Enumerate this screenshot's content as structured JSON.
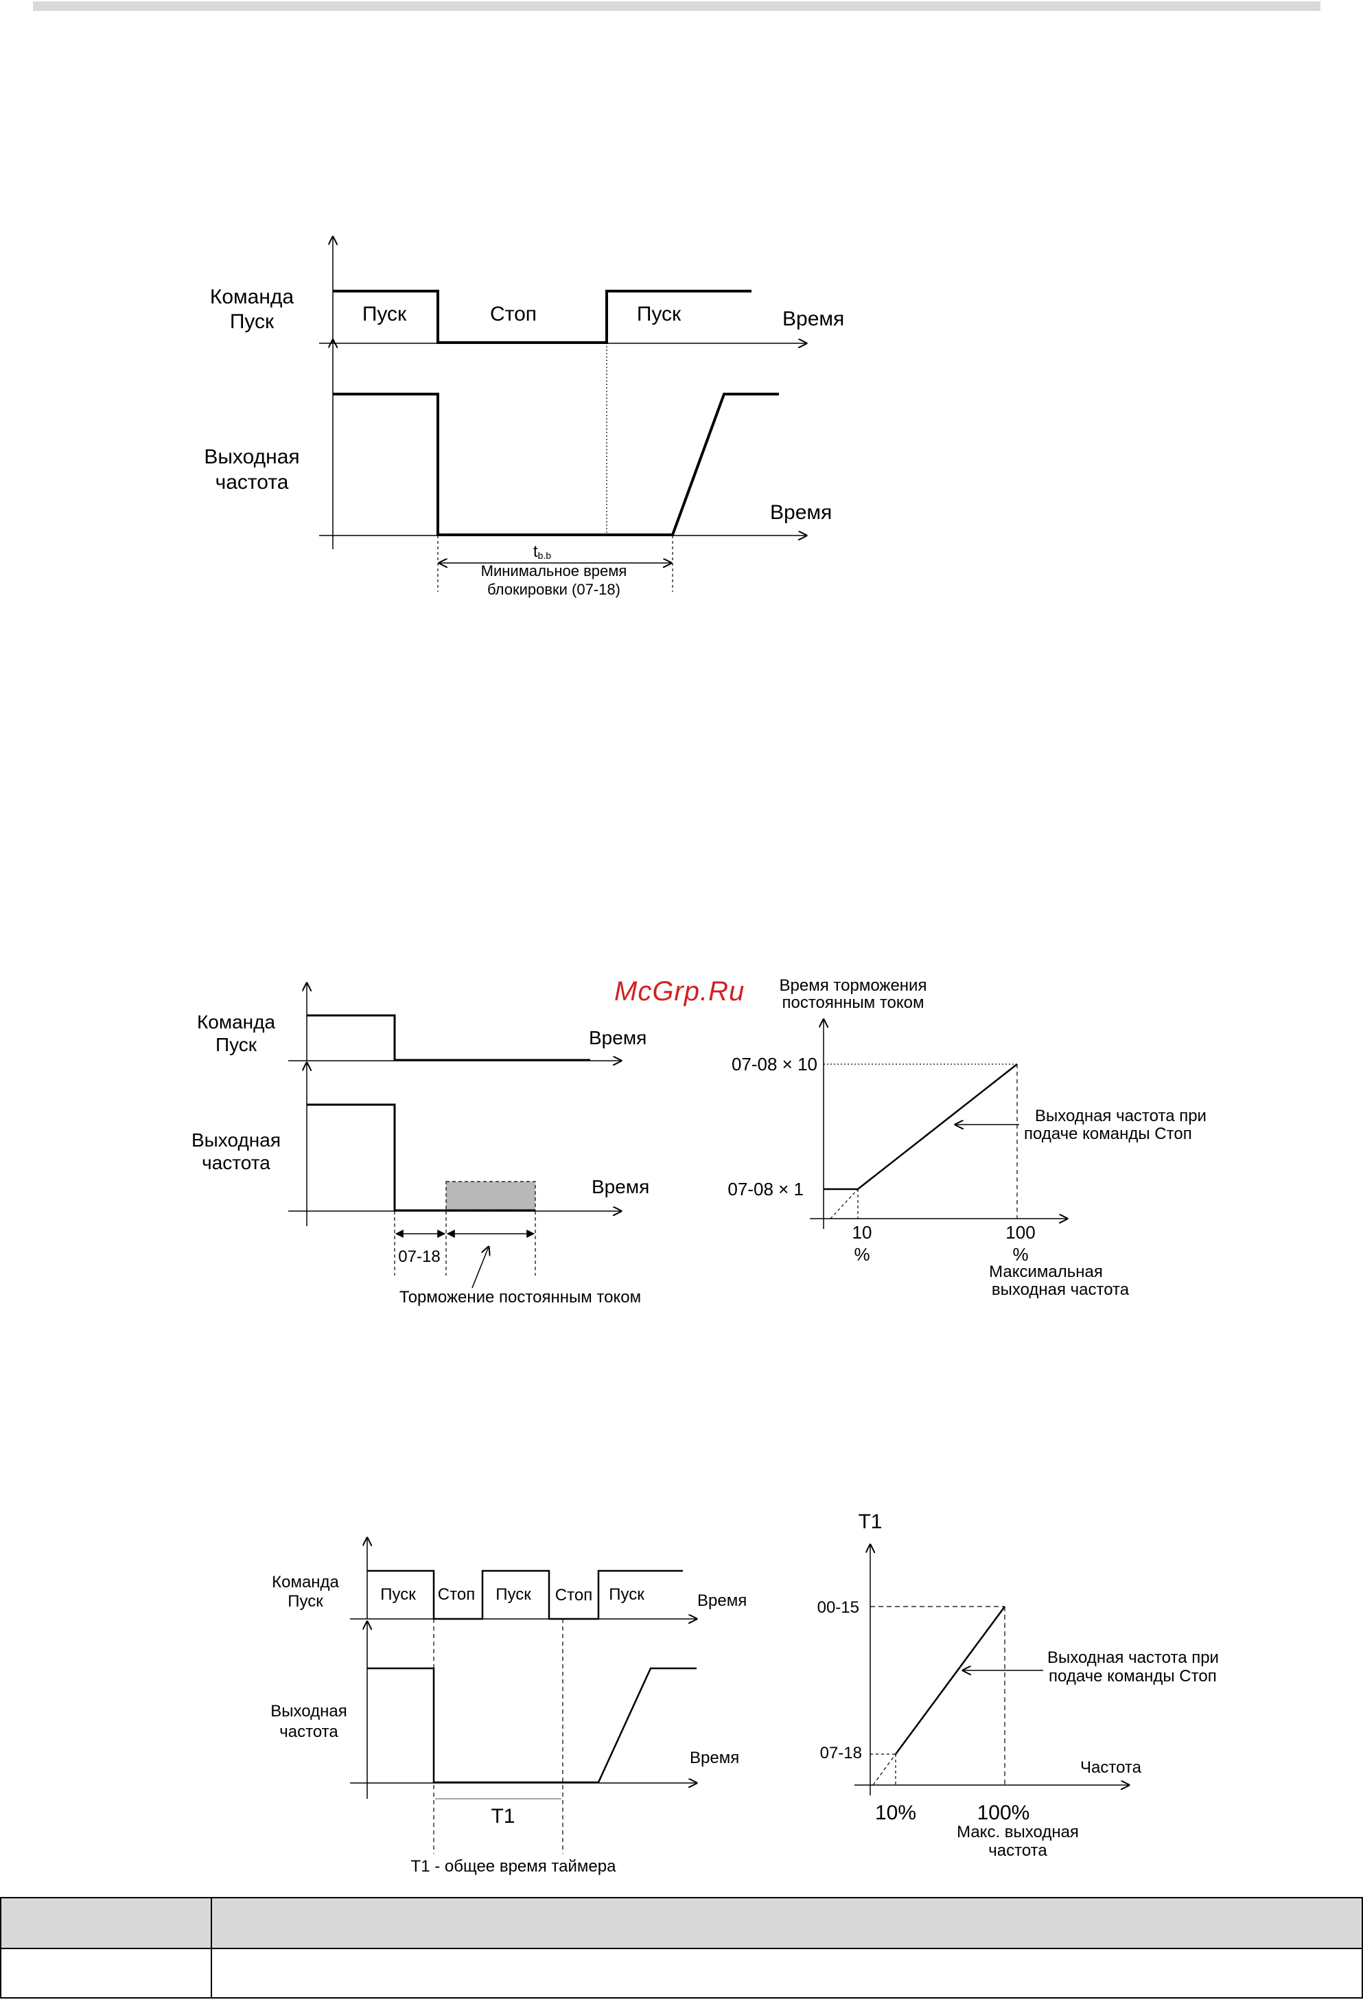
{
  "watermark": "McGrp.Ru",
  "diagram1": {
    "cmd_label_1": "Команда",
    "cmd_label_2": "Пуск",
    "seg_run_1": "Пуск",
    "seg_stop": "Стоп",
    "seg_run_2": "Пуск",
    "time_label_1": "Время",
    "freq_label_1": "Выходная",
    "freq_label_2": "частота",
    "time_label_2": "Время",
    "tbb_main": "t",
    "tbb_sub": "b.b",
    "min_time_1": "Минимальное время",
    "min_time_2": "блокировки (07-18)"
  },
  "diagram2": {
    "cmd_label_1": "Команда",
    "cmd_label_2": "Пуск",
    "time_label_1": "Время",
    "freq_label_1": "Выходная",
    "freq_label_2": "частота",
    "time_label_2": "Время",
    "dim_label": "07-18",
    "dc_brake_label": "Торможение постоянным током"
  },
  "graph2": {
    "y_title_1": "Время торможения",
    "y_title_2": "постоянным током",
    "y_tick_high": "07-08 × 10",
    "y_tick_low": "07-08 × 1",
    "x_tick_low_1": "10",
    "x_tick_low_2": "%",
    "x_tick_high_1": "100",
    "x_tick_high_2": "%",
    "x_title_1": "Максимальная",
    "x_title_2": "выходная частота",
    "annotation_1": "Выходная частота при",
    "annotation_2": "подаче команды Стоп"
  },
  "diagram3": {
    "cmd_label_1": "Команда",
    "cmd_label_2": "Пуск",
    "seg_run_1": "Пуск",
    "seg_stop_1": "Стоп",
    "seg_run_2": "Пуск",
    "seg_stop_2": "Стоп",
    "seg_run_3": "Пуск",
    "time_label_1": "Время",
    "freq_label_1": "Выходная",
    "freq_label_2": "частота",
    "time_label_2": "Время",
    "t1_label": "T1",
    "t1_caption": "T1 - общее время таймера"
  },
  "graph3": {
    "y_title": "T1",
    "y_tick_high": "00-15",
    "y_tick_low": "07-18",
    "x_title": "Частота",
    "x_tick_low": "10%",
    "x_tick_high": "100%",
    "x_caption_1": "Макс. выходная",
    "x_caption_2": "частота",
    "annotation_1": "Выходная частота при",
    "annotation_2": "подаче команды Стоп"
  }
}
